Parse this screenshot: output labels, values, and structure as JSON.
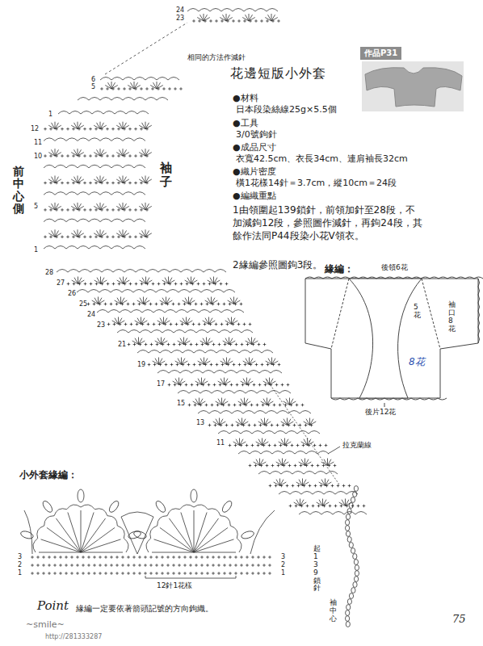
{
  "diagram": {
    "title": "花邊短版小外套",
    "nodes": [
      {
        "text": [
          "作品P31"
        ]
      }
    ],
    "labels": [
      "24",
      "23",
      "相同的方法作減針",
      "6",
      "5",
      "1",
      "12",
      "11",
      "10",
      "5",
      "1",
      "28",
      "27",
      "26",
      "25",
      "24",
      "23",
      "21",
      "19",
      "17",
      "15",
      "13",
      "11",
      "前中心側",
      "袖子",
      "●材料",
      "日本段染絲線25g×5.5個",
      "●工具",
      "3/0號鉤針",
      "●成品尺寸",
      "衣寬42.5cm、衣長34cm、連肩袖長32cm",
      "●織片密度",
      "橫1花樣14針＝3.7cm，縱10cm＝24段",
      "●編織重點",
      "1由領圍起139鎖針，前領加針至28段，不加減鉤12段，參照圖作減針，再鉤24段，其餘作法同P44段染小花V領衣。",
      "2緣編參照圖鉤3段。",
      "緣編：",
      "後領6花",
      "5花",
      "袖口8花",
      "8花",
      "後片12花",
      "拉克蘭線",
      "起139鎖針",
      "袖中心",
      "小外套緣編：",
      "12針1花樣",
      "3",
      "2",
      "1",
      "3",
      "2",
      "1",
      "Point",
      "緣編一定要依著箭頭記號的方向鉤織。",
      "75",
      "~smile~",
      "http://281333287"
    ]
  }
}
